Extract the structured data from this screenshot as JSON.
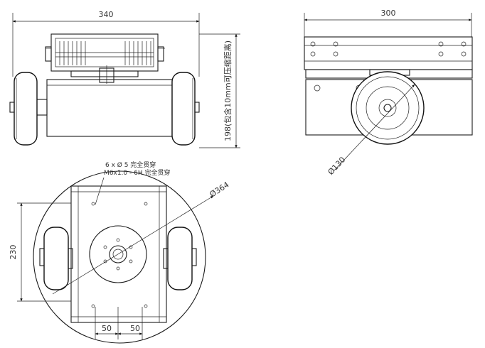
{
  "front_view": {
    "width_dim": "340",
    "height_dim": "198(包含10mm可压缩距离)"
  },
  "side_view": {
    "width_dim": "300",
    "wheel_dia": "Ø130"
  },
  "top_view": {
    "hole_note_1": "6 x Ø 5 完全贯穿",
    "hole_note_2": "M6x1.0 - 6H 完全贯穿",
    "outer_dia": "Ø364",
    "height_dim": "230",
    "spacing_left": "50",
    "spacing_right": "50"
  }
}
